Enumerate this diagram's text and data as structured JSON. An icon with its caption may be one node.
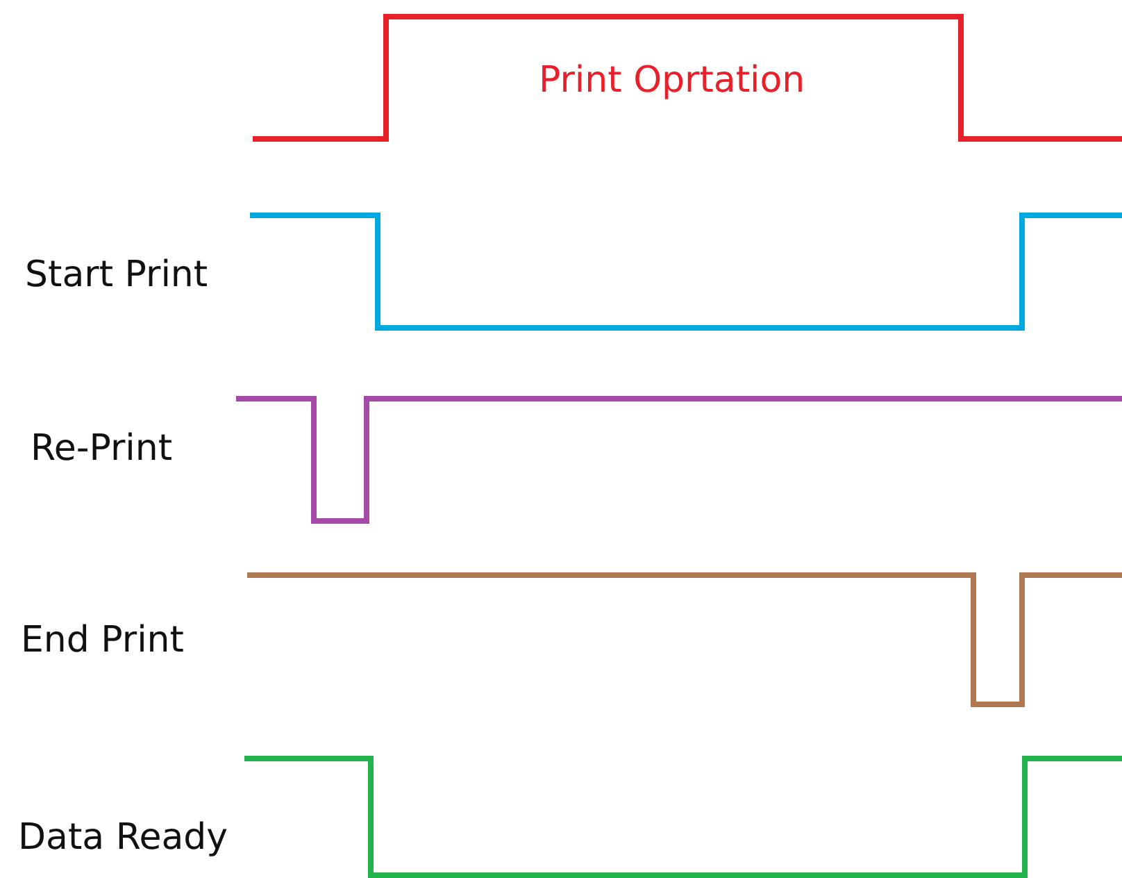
{
  "diagram": {
    "labels": [
      "Print Oprtation",
      "Start Print",
      "Re-Print",
      "End Print",
      "Data Ready"
    ]
  }
}
